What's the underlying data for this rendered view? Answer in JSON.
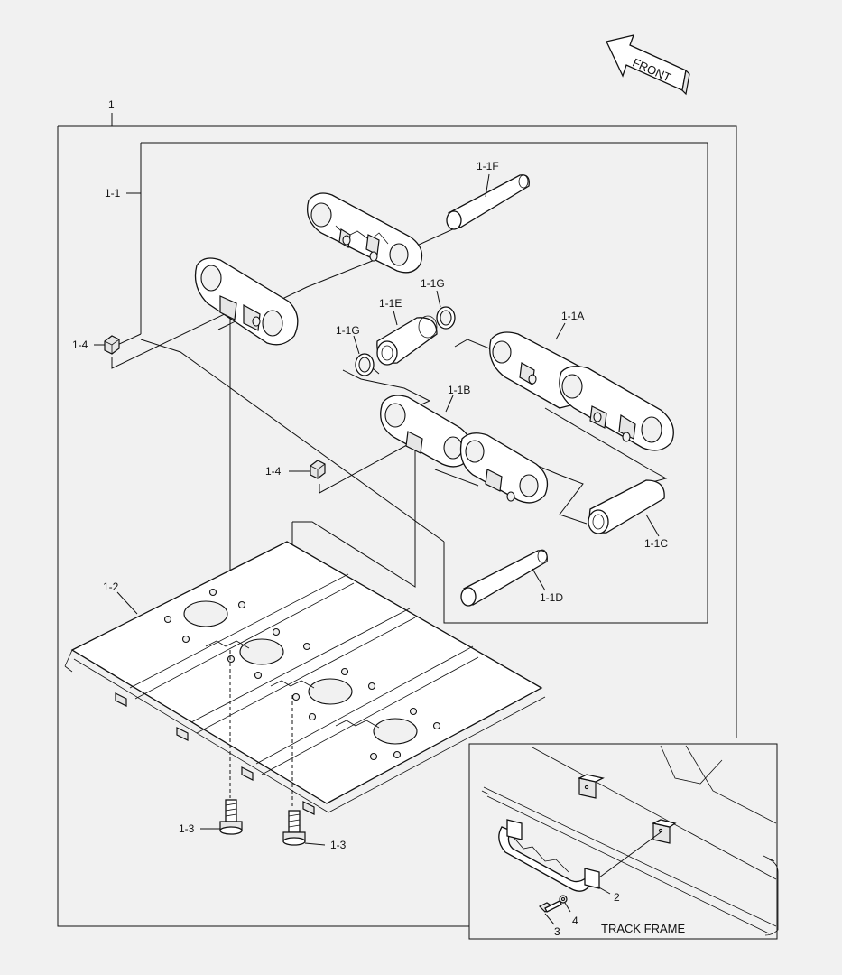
{
  "front_label": "FRONT",
  "inset_caption": "TRACK FRAME",
  "labels": {
    "assembly": "1",
    "link_assy": "1-1",
    "link_a": "1-1A",
    "link_b": "1-1B",
    "bushing_c": "1-1C",
    "pin_d": "1-1D",
    "bushing_e": "1-1E",
    "pin_f": "1-1F",
    "seal_g_top": "1-1G",
    "seal_g_left": "1-1G",
    "shoe": "1-2",
    "bolt_left": "1-3",
    "bolt_right": "1-3",
    "nut_top": "1-4",
    "nut_mid": "1-4",
    "guard": "2",
    "screw": "3",
    "washer": "4"
  }
}
